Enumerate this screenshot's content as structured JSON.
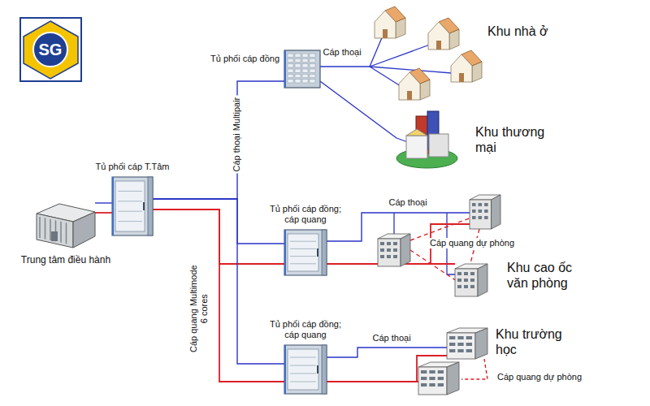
{
  "diagram": {
    "nodes": [
      {
        "text": [
          "Trung tâm điều hành"
        ]
      },
      {
        "text": [
          "Tủ phối cáp T.Tâm"
        ]
      },
      {
        "text": [
          "Tủ phối cáp đồng"
        ]
      },
      {
        "text": [
          "Tủ phối cáp đồng; cáp quang"
        ]
      },
      {
        "text": [
          "Tủ phối cáp đồng; cáp quang"
        ]
      },
      {
        "text": [
          "Khu nhà ở"
        ]
      },
      {
        "text": [
          "Khu thương mại"
        ]
      },
      {
        "text": [
          "Khu cao ốc văn phòng"
        ]
      },
      {
        "text": [
          "Khu trường học"
        ]
      }
    ],
    "edges": [
      {
        "from": 0,
        "to": 1,
        "arrow": "none"
      },
      {
        "from": 0,
        "to": 1,
        "arrow": "none"
      },
      {
        "from": 1,
        "to": 2,
        "label": "Cáp thoại Multipair",
        "arrow": "none"
      },
      {
        "from": 1,
        "to": 3,
        "arrow": "none"
      },
      {
        "from": 1,
        "to": 3,
        "arrow": "none"
      },
      {
        "from": 1,
        "to": 4,
        "arrow": "none"
      },
      {
        "from": 1,
        "to": 4,
        "label": "Cáp quang Multimode 6 cores",
        "arrow": "none"
      },
      {
        "from": 2,
        "to": 5,
        "label": "Cáp thoại",
        "arrow": "none"
      },
      {
        "from": 2,
        "to": 6,
        "arrow": "none"
      },
      {
        "from": 3,
        "to": 7,
        "label": "Cáp thoại",
        "arrow": "none"
      },
      {
        "from": 3,
        "to": 7,
        "arrow": "none"
      },
      {
        "from": 4,
        "to": 8,
        "label": "Cáp thoại",
        "arrow": "none"
      },
      {
        "from": 4,
        "to": 8,
        "arrow": "none"
      }
    ],
    "labels": [
      "SG",
      "Cáp quang dự phòng",
      "Cáp quang dự phòng"
    ]
  }
}
